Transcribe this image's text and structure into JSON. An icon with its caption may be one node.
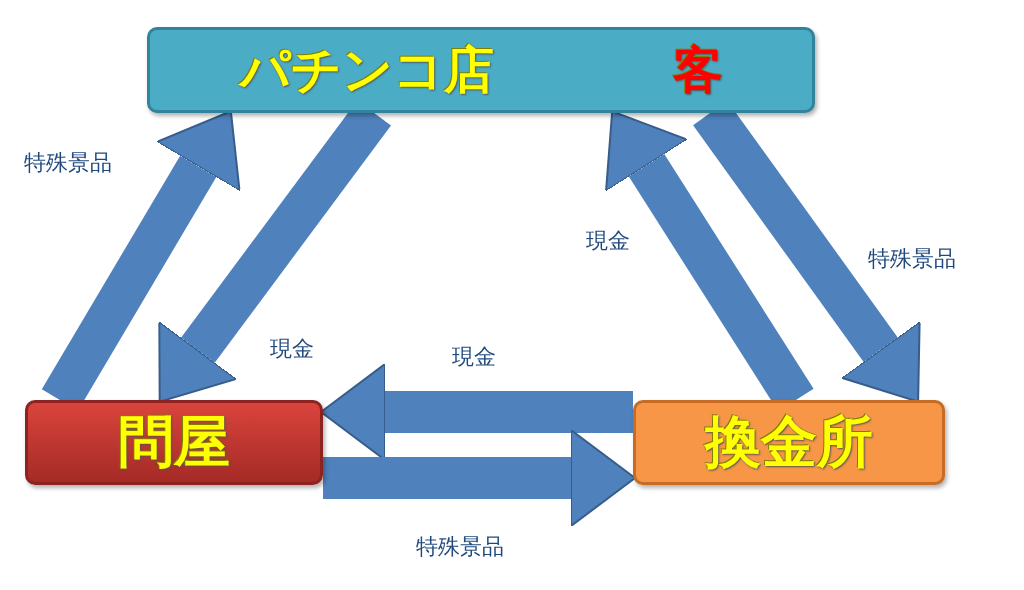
{
  "diagram": {
    "nodes": [
      {
        "text": [
          "パチンコ店",
          "客"
        ]
      },
      {
        "text": [
          "問屋"
        ]
      },
      {
        "text": [
          "換金所"
        ]
      }
    ],
    "edges": [
      {
        "from": 1,
        "to": 0,
        "arrow": "to",
        "label": "特殊景品"
      },
      {
        "from": 0,
        "to": 1,
        "arrow": "to",
        "label": "現金"
      },
      {
        "from": 2,
        "to": 1,
        "arrow": "to",
        "label": "現金"
      },
      {
        "from": 1,
        "to": 2,
        "arrow": "to",
        "label": "特殊景品"
      },
      {
        "from": 2,
        "to": 0,
        "arrow": "to",
        "label": "現金"
      },
      {
        "from": 0,
        "to": 2,
        "arrow": "to",
        "label": "特殊景品"
      }
    ]
  }
}
